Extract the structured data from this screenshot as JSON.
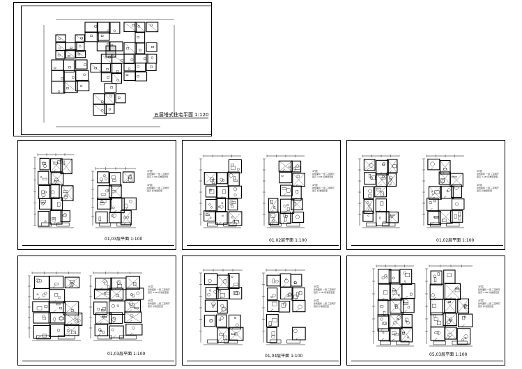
{
  "sheets": [
    {
      "id": "master",
      "title": "五层塔式住宅平面 1:120"
    },
    {
      "id": "s1",
      "title": "01,03层平面 1:100",
      "notes": [
        {
          "head": "3F层",
          "lines": [
            "建筑面积 一层 三室两厅",
            "层高 3.0M 标准层套型"
          ]
        },
        {
          "head": "4F层",
          "lines": [
            "建筑面积 二层 三室两厅",
            "层高 标准层套型"
          ]
        }
      ]
    },
    {
      "id": "s2",
      "title": "01,02层平面 1:100",
      "notes": [
        {
          "head": "3F层",
          "lines": [
            "建筑面积 一层 三室两厅",
            "层高 3.0M 标准层套型"
          ]
        },
        {
          "head": "4F层",
          "lines": [
            "建筑面积 二层 三室两厅",
            "层高 标准层套型"
          ]
        }
      ]
    },
    {
      "id": "s3",
      "title": "01,02层平面 1:100",
      "notes": [
        {
          "head": "3F层",
          "lines": [
            "建筑面积 一层 三室两厅",
            "层高 3.0M 标准层套型"
          ]
        },
        {
          "head": "4F层",
          "lines": [
            "建筑面积 二层 三室两厅",
            "层高 标准层套型"
          ]
        }
      ]
    },
    {
      "id": "s4",
      "title": "01,03层平面 1:100",
      "notes": [
        {
          "head": "3F层",
          "lines": [
            "建筑面积 一层 三室两厅",
            "层高 3.0M 标准层套型"
          ]
        },
        {
          "head": "4F层",
          "lines": [
            "建筑面积 二层 三室两厅",
            "层高 标准层套型"
          ]
        }
      ]
    },
    {
      "id": "s5",
      "title": "01,04层平面 1:100",
      "notes": [
        {
          "head": "3F层",
          "lines": [
            "建筑面积 一层 三室两厅",
            "层高 3.0M 标准层套型"
          ]
        },
        {
          "head": "4F层",
          "lines": [
            "建筑面积 二层 三室两厅",
            "层高 标准层套型"
          ]
        }
      ]
    },
    {
      "id": "s6",
      "title": "05,03层平面 1:100",
      "notes": [
        {
          "head": "3F层",
          "lines": [
            "建筑面积 一层 三室两厅",
            "层高 3.0M 标准层套型"
          ]
        },
        {
          "head": "4F层",
          "lines": [
            "建筑面积 二层 三室两厅",
            "层高 标准层套型"
          ]
        }
      ]
    }
  ]
}
